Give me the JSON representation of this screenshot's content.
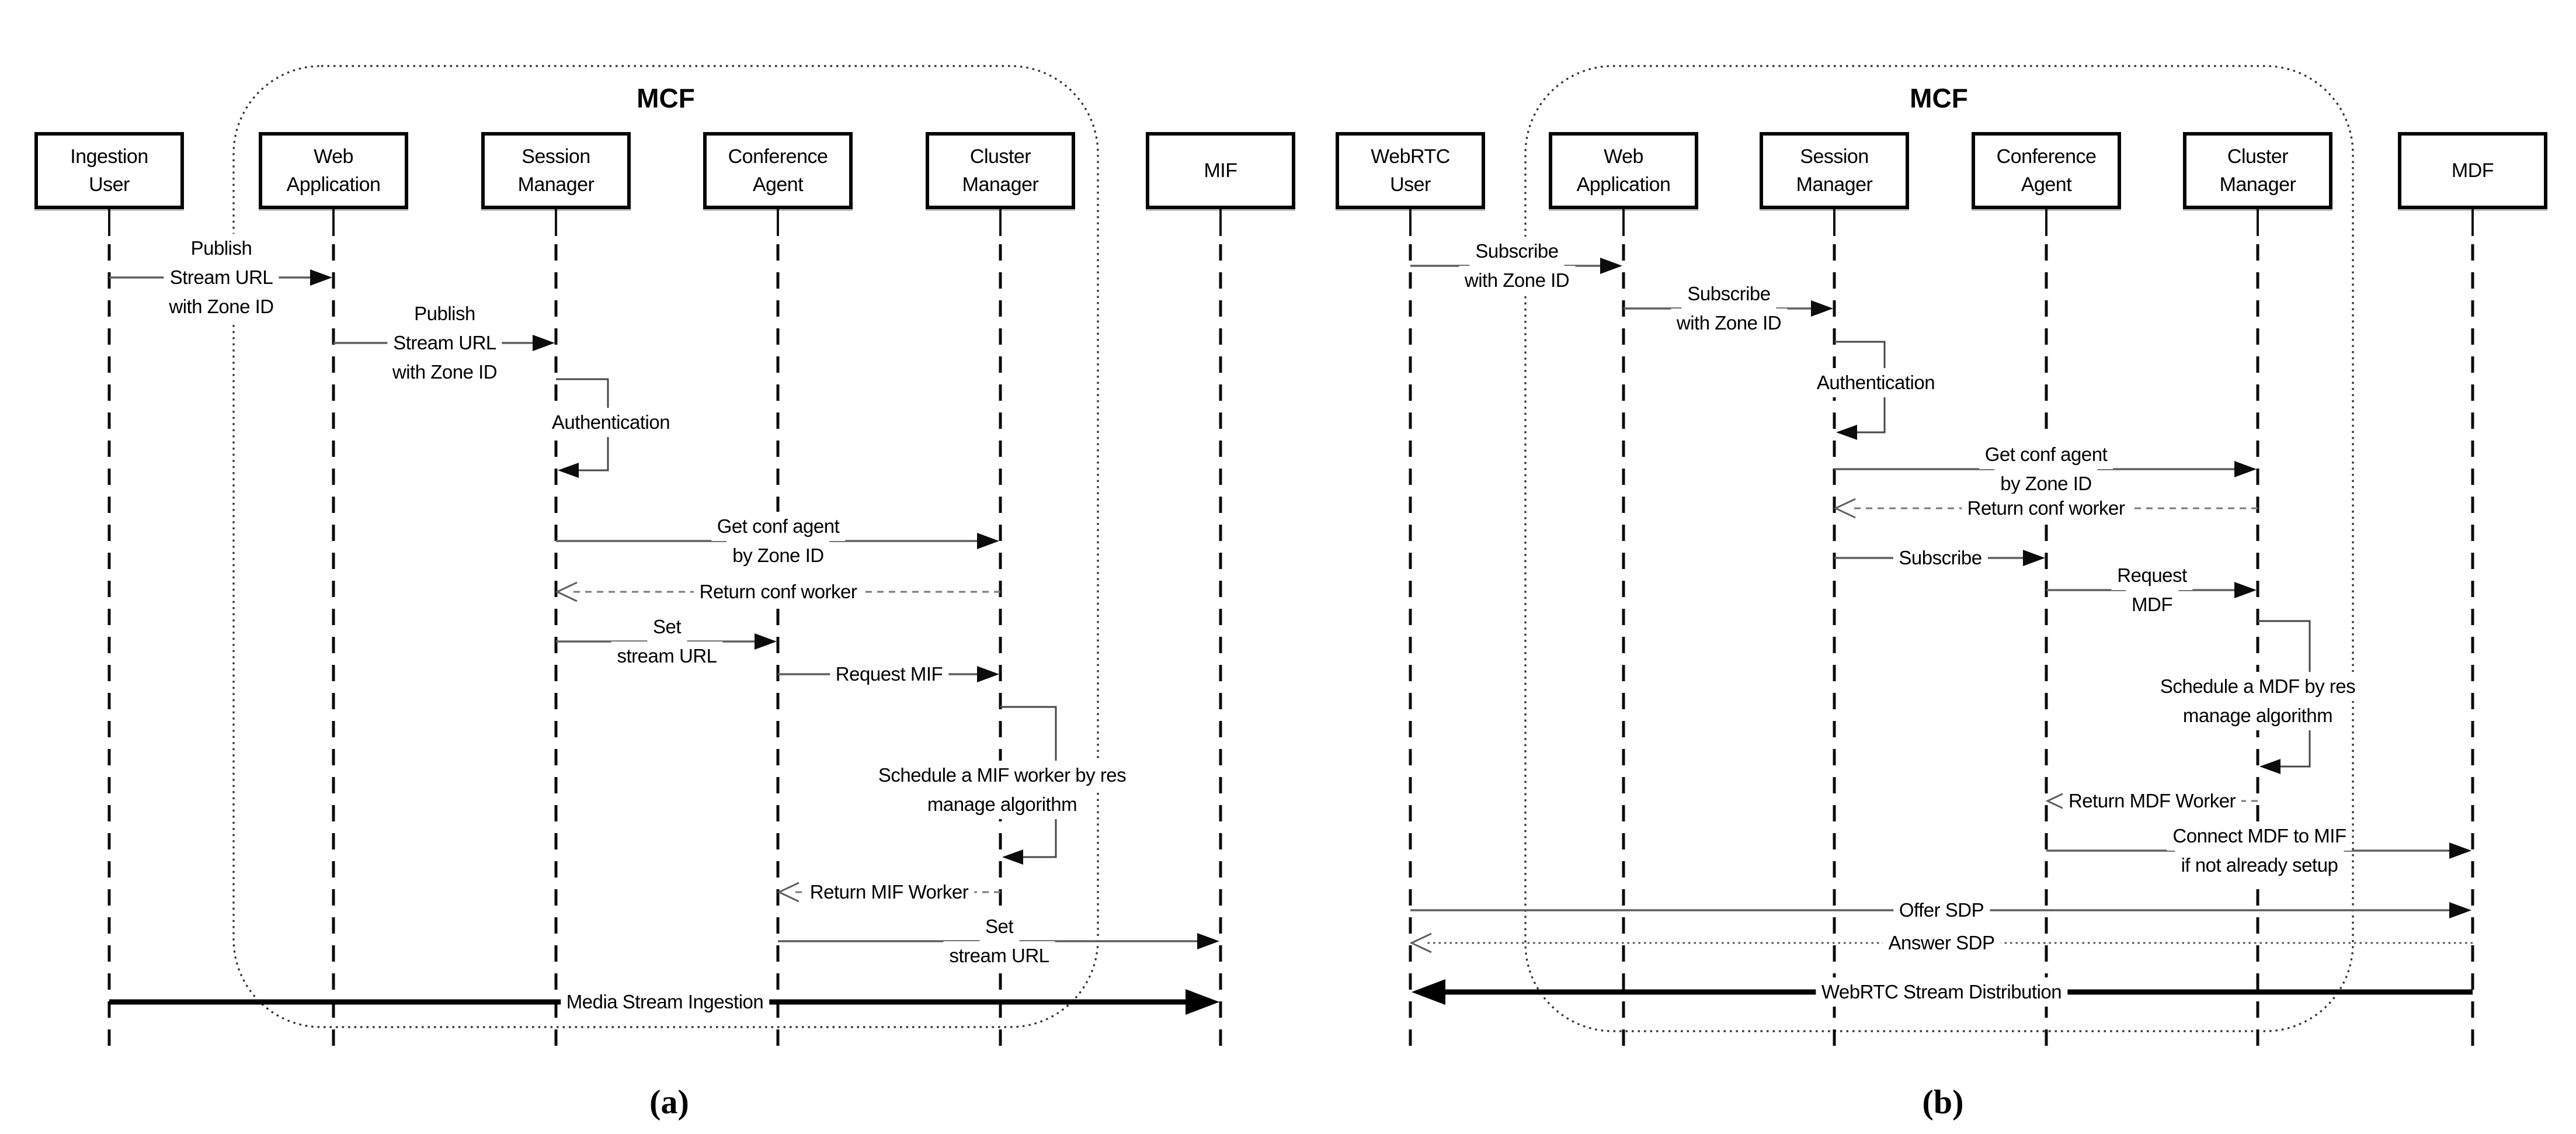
{
  "palette": {
    "ink": "#000000",
    "line_gray": "#5f5f5f",
    "return_gray": "#787878",
    "background": "#ffffff"
  },
  "diagrams": [
    {
      "id": "a",
      "frame_label": "MCF",
      "caption": "(a)",
      "actors": [
        {
          "name": "Ingestion User",
          "lines": [
            "Ingestion",
            "User"
          ],
          "in_frame": false
        },
        {
          "name": "Web Application",
          "lines": [
            "Web",
            "Application"
          ],
          "in_frame": true
        },
        {
          "name": "Session Manager",
          "lines": [
            "Session",
            "Manager"
          ],
          "in_frame": true
        },
        {
          "name": "Conference Agent",
          "lines": [
            "Conference",
            "Agent"
          ],
          "in_frame": true
        },
        {
          "name": "Cluster Manager",
          "lines": [
            "Cluster",
            "Manager"
          ],
          "in_frame": true
        },
        {
          "name": "MIF",
          "lines": [
            "MIF"
          ],
          "in_frame": false
        }
      ],
      "messages": [
        {
          "lines": [
            "Publish",
            "Stream URL",
            "with Zone ID"
          ],
          "from": 0,
          "to": 1,
          "style": "solid"
        },
        {
          "lines": [
            "Publish",
            "Stream URL",
            "with Zone ID"
          ],
          "from": 1,
          "to": 2,
          "style": "solid"
        },
        {
          "lines": [
            "Authentication"
          ],
          "from": 2,
          "to": 2,
          "style": "self"
        },
        {
          "lines": [
            "Get conf agent",
            "by Zone ID"
          ],
          "from": 2,
          "to": 4,
          "style": "solid"
        },
        {
          "lines": [
            "Return conf worker"
          ],
          "from": 4,
          "to": 2,
          "style": "return"
        },
        {
          "lines": [
            "Set",
            "stream URL"
          ],
          "from": 2,
          "to": 3,
          "style": "solid"
        },
        {
          "lines": [
            "Request MIF"
          ],
          "from": 3,
          "to": 4,
          "style": "solid"
        },
        {
          "lines": [
            "Schedule a MIF worker by res",
            "manage algorithm"
          ],
          "from": 4,
          "to": 4,
          "style": "self"
        },
        {
          "lines": [
            "Return MIF Worker"
          ],
          "from": 4,
          "to": 3,
          "style": "return"
        },
        {
          "lines": [
            "Set",
            "stream URL"
          ],
          "from": 3,
          "to": 5,
          "style": "solid"
        },
        {
          "lines": [
            "Media Stream Ingestion"
          ],
          "from": 0,
          "to": 5,
          "style": "thick"
        }
      ]
    },
    {
      "id": "b",
      "frame_label": "MCF",
      "caption": "(b)",
      "actors": [
        {
          "name": "WebRTC User",
          "lines": [
            "WebRTC",
            "User"
          ],
          "in_frame": false
        },
        {
          "name": "Web Application",
          "lines": [
            "Web",
            "Application"
          ],
          "in_frame": true
        },
        {
          "name": "Session Manager",
          "lines": [
            "Session",
            "Manager"
          ],
          "in_frame": true
        },
        {
          "name": "Conference Agent",
          "lines": [
            "Conference",
            "Agent"
          ],
          "in_frame": true
        },
        {
          "name": "Cluster Manager",
          "lines": [
            "Cluster",
            "Manager"
          ],
          "in_frame": true
        },
        {
          "name": "MDF",
          "lines": [
            "MDF"
          ],
          "in_frame": false
        }
      ],
      "messages": [
        {
          "lines": [
            "Subscribe",
            "with Zone ID"
          ],
          "from": 0,
          "to": 1,
          "style": "solid"
        },
        {
          "lines": [
            "Subscribe",
            "with Zone ID"
          ],
          "from": 1,
          "to": 2,
          "style": "solid"
        },
        {
          "lines": [
            "Authentication"
          ],
          "from": 2,
          "to": 2,
          "style": "self"
        },
        {
          "lines": [
            "Get conf agent",
            "by Zone ID"
          ],
          "from": 2,
          "to": 4,
          "style": "solid"
        },
        {
          "lines": [
            "Return conf worker"
          ],
          "from": 4,
          "to": 2,
          "style": "return"
        },
        {
          "lines": [
            "Subscribe"
          ],
          "from": 2,
          "to": 3,
          "style": "solid"
        },
        {
          "lines": [
            "Request",
            "MDF"
          ],
          "from": 3,
          "to": 4,
          "style": "solid"
        },
        {
          "lines": [
            "Schedule a MDF by res",
            "manage algorithm"
          ],
          "from": 4,
          "to": 4,
          "style": "self"
        },
        {
          "lines": [
            "Return MDF Worker"
          ],
          "from": 4,
          "to": 3,
          "style": "return"
        },
        {
          "lines": [
            "Connect MDF to MIF",
            "if not already setup"
          ],
          "from": 3,
          "to": 5,
          "style": "solid"
        },
        {
          "lines": [
            "Offer SDP"
          ],
          "from": 0,
          "to": 5,
          "style": "solid"
        },
        {
          "lines": [
            "Answer SDP"
          ],
          "from": 5,
          "to": 0,
          "style": "return-dotted"
        },
        {
          "lines": [
            "WebRTC Stream Distribution"
          ],
          "from": 5,
          "to": 0,
          "style": "thick"
        }
      ]
    }
  ]
}
